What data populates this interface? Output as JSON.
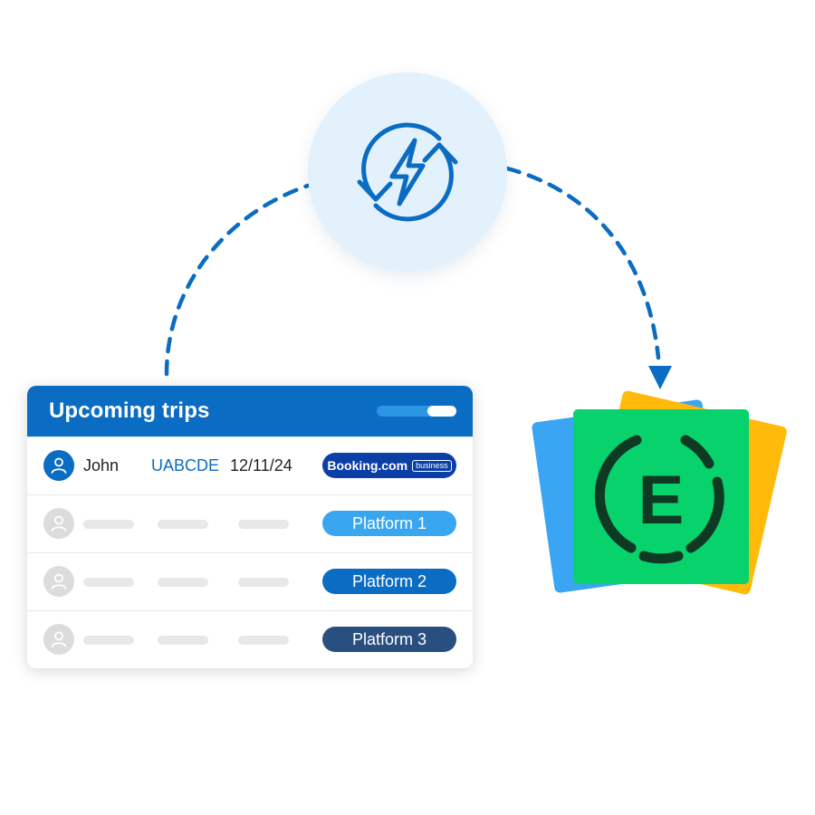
{
  "sync": {
    "icon": "sync-lightning-icon"
  },
  "trips": {
    "title": "Upcoming trips",
    "rows": [
      {
        "name": "John",
        "code": "UABCDE",
        "date": "12/11/24",
        "platform": "Booking.com",
        "platform_badge": "business"
      },
      {
        "platform": "Platform 1"
      },
      {
        "platform": "Platform 2"
      },
      {
        "platform": "Platform 3"
      }
    ]
  },
  "logo": {
    "letter": "E",
    "icon": "e-logo-icon"
  },
  "colors": {
    "primary_blue": "#0a6cc2",
    "light_blue": "#3aa6ef",
    "navy": "#294e80",
    "booking_blue": "#0b3fa8",
    "green": "#08d26c",
    "yellow": "#ffba0a",
    "circle_bg": "#e2f1fc"
  }
}
